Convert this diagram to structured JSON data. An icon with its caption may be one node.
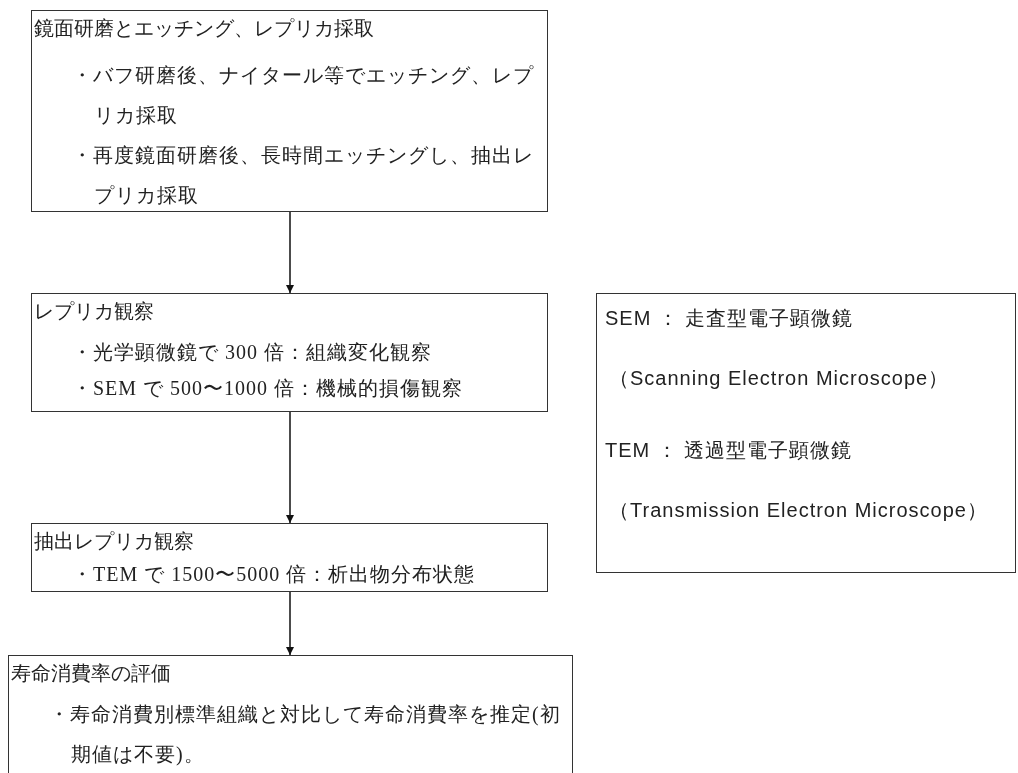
{
  "diagram": {
    "nodes": [
      {
        "text": [
          "鏡面研磨とエッチング、レプリカ採取",
          "・バフ研磨後、ナイタール等でエッチング、レプリカ採取",
          "・再度鏡面研磨後、長時間エッチングし、抽出レプリカ採取"
        ]
      },
      {
        "text": [
          "レプリカ観察",
          "・光学顕微鏡で 300 倍：組織変化観察",
          "・SEM で 500〜1000 倍：機械的損傷観察"
        ]
      },
      {
        "text": [
          "抽出レプリカ観察",
          "・TEM で 1500〜5000 倍：析出物分布状態"
        ]
      },
      {
        "text": [
          "寿命消費率の評価",
          "・寿命消費別標準組織と対比して寿命消費率を推定(初期値は不要)。"
        ]
      },
      {
        "text": [
          "SEM ： 走査型電子顕微鏡",
          "（Scanning Electron Microscope）",
          "TEM ： 透過型電子顕微鏡",
          "（Transmission Electron Microscope）"
        ]
      }
    ],
    "edges": [
      {
        "from": 0,
        "to": 1,
        "arrow": "to"
      },
      {
        "from": 1,
        "to": 2,
        "arrow": "to"
      },
      {
        "from": 2,
        "to": 3,
        "arrow": "to"
      }
    ]
  }
}
